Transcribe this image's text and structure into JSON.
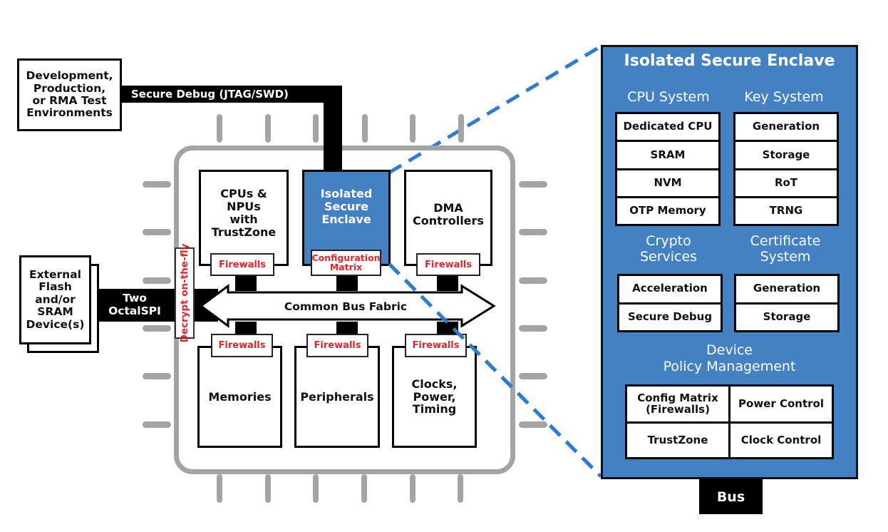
{
  "external": {
    "test_env": "Development, Production, or RMA Test Environments",
    "test_env_lines": [
      "Development,",
      "Production,",
      "or RMA Test",
      "Environments"
    ],
    "debug_link": "Secure Debug (JTAG/SWD)",
    "memory_device_lines": [
      "External",
      "Flash",
      "and/or",
      "SRAM",
      "Device(s)"
    ],
    "octalspi_lines": [
      "Two",
      "OctalSPI"
    ],
    "decrypt_label": "Decrypt on-the-fly"
  },
  "chip": {
    "top_blocks": [
      {
        "lines": [
          "CPUs &",
          "NPUs",
          "with",
          "TrustZone"
        ],
        "gate": [
          "Firewalls"
        ]
      },
      {
        "lines": [
          "Isolated",
          "Secure",
          "Enclave"
        ],
        "gate": [
          "Configuration",
          "Matrix"
        ]
      },
      {
        "lines": [
          "DMA",
          "Controllers"
        ],
        "gate": [
          "Firewalls"
        ]
      }
    ],
    "bus_label": "Common Bus Fabric",
    "bottom_blocks": [
      {
        "lines": [
          "Memories"
        ],
        "gate": [
          "Firewalls"
        ]
      },
      {
        "lines": [
          "Peripherals"
        ],
        "gate": [
          "Firewalls"
        ]
      },
      {
        "lines": [
          "Clocks,",
          "Power,",
          "Timing"
        ],
        "gate": [
          "Firewalls"
        ]
      }
    ]
  },
  "enclave_detail": {
    "title": "Isolated Secure Enclave",
    "cpu_system": {
      "title": "CPU System",
      "items": [
        "Dedicated CPU",
        "SRAM",
        "NVM",
        "OTP Memory"
      ]
    },
    "key_system": {
      "title": "Key System",
      "items": [
        "Generation",
        "Storage",
        "RoT",
        "TRNG"
      ]
    },
    "crypto_services": {
      "title_lines": [
        "Crypto",
        "Services"
      ],
      "items": [
        "Acceleration",
        "Secure Debug"
      ]
    },
    "certificate_system": {
      "title_lines": [
        "Certificate",
        "System"
      ],
      "items": [
        "Generation",
        "Storage"
      ]
    },
    "device_policy": {
      "title_lines": [
        "Device",
        "Policy Management"
      ],
      "items": [
        [
          "Config Matrix",
          "(Firewalls)"
        ],
        [
          "Power Control"
        ],
        [
          "TrustZone"
        ],
        [
          "Clock Control"
        ]
      ]
    },
    "bus_label": "Bus"
  },
  "colors": {
    "enclave_blue": "#4481c2",
    "firewall_red": "#e8232a",
    "pin_gray": "#a2a4a6",
    "zoom_line_blue": "#2f7bd0"
  }
}
